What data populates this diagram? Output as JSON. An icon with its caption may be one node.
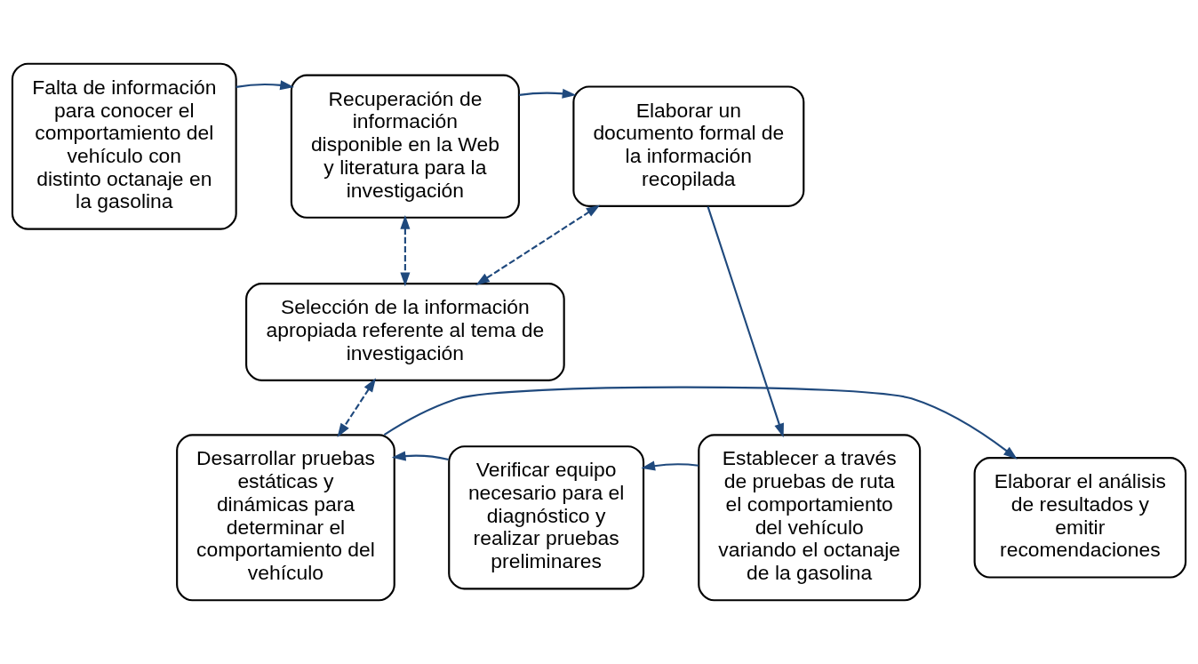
{
  "diagram": {
    "nodes": [
      {
        "text": [
          "Falta de información para conocer el comportamiento del vehículo con distinto octanaje en la gasolina"
        ]
      },
      {
        "text": [
          "Recuperación de información disponible en la Web y literatura para la investigación"
        ]
      },
      {
        "text": [
          "Elaborar un documento formal de la información recopilada"
        ]
      },
      {
        "text": [
          "Selección de la información apropiada referente al tema de investigación"
        ]
      },
      {
        "text": [
          "Elaborar el análisis de resultados y emitir recomendaciones"
        ]
      },
      {
        "text": [
          "Desarrollar pruebas estáticas y dinámicas para determinar el comportamiento del vehículo"
        ]
      },
      {
        "text": [
          "Verificar equipo necesario para el diagnóstico y realizar pruebas preliminares"
        ]
      },
      {
        "text": [
          "Establecer a través de pruebas de ruta el comportamiento del vehículo variando el octanaje de la gasolina"
        ]
      }
    ],
    "edges": [
      {
        "from": 0,
        "to": 1,
        "arrow": "to"
      },
      {
        "from": 1,
        "to": 2,
        "arrow": "to"
      },
      {
        "from": 1,
        "to": 3,
        "arrow": "both",
        "style": "dashed"
      },
      {
        "from": 3,
        "to": 2,
        "arrow": "both",
        "style": "dashed"
      },
      {
        "from": 3,
        "to": 5,
        "arrow": "both",
        "style": "dashed"
      },
      {
        "from": 2,
        "to": 7,
        "arrow": "to"
      },
      {
        "from": 7,
        "to": 6,
        "arrow": "to"
      },
      {
        "from": 6,
        "to": 5,
        "arrow": "to"
      },
      {
        "from": 5,
        "to": 4,
        "arrow": "to"
      }
    ]
  }
}
